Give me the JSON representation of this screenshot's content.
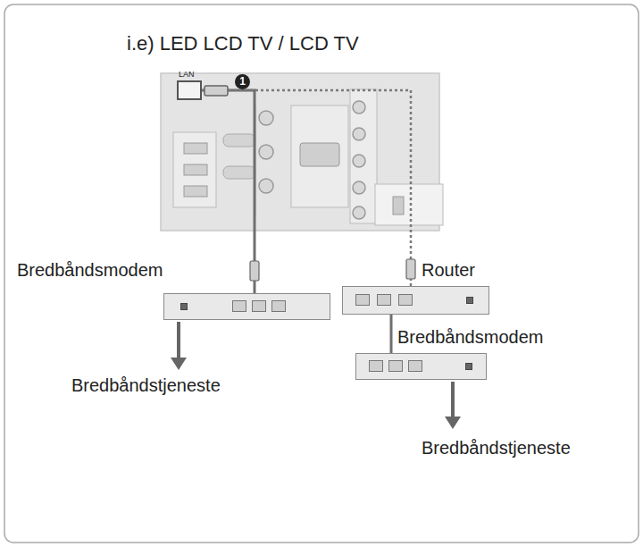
{
  "diagram": {
    "title": "i.e) LED LCD TV / LCD TV",
    "nodes": [
      {
        "text": [
          "LAN"
        ]
      },
      {
        "text": [
          "Bredbåndsmodem"
        ]
      },
      {
        "text": [
          "Router"
        ]
      },
      {
        "text": [
          "Bredbåndsmodem"
        ]
      }
    ],
    "edges": [
      {
        "from": 0,
        "to": 1,
        "arrow": "none"
      },
      {
        "from": 0,
        "to": 2,
        "arrow": "none"
      },
      {
        "from": 2,
        "to": 3,
        "arrow": "none"
      }
    ],
    "labels": [
      "1",
      "Bredbåndstjeneste",
      "Bredbåndstjeneste"
    ]
  }
}
